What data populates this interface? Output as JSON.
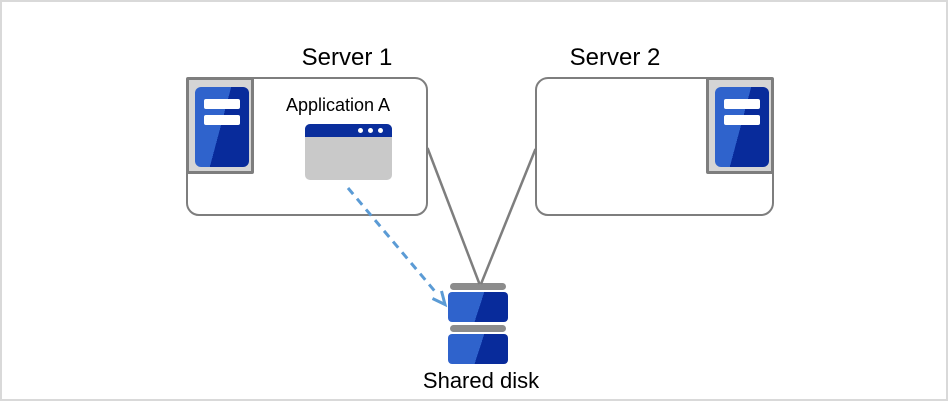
{
  "diagram": {
    "nodes": {
      "server1": {
        "label": "Server 1",
        "icon": "server-tower-icon"
      },
      "server2": {
        "label": "Server 2",
        "icon": "server-tower-icon"
      },
      "application": {
        "label": "Application A",
        "icon": "application-window-icon"
      },
      "shared_disk": {
        "label": "Shared disk",
        "icon": "disk-stack-icon"
      }
    },
    "edges": [
      {
        "from": "server1",
        "to": "shared_disk",
        "style": "solid",
        "color": "#7e7e7e"
      },
      {
        "from": "server2",
        "to": "shared_disk",
        "style": "solid",
        "color": "#7e7e7e"
      },
      {
        "from": "application",
        "to": "shared_disk",
        "style": "dashed-arrow",
        "color": "#5b9bd5"
      }
    ],
    "colors": {
      "node_border_gray": "#7e7e7e",
      "icon_frame_gray": "#d5d5d5",
      "server_blue_light": "#2f63cc",
      "server_blue_dark": "#082b9b",
      "window_titlebar_blue": "#0a2e9c",
      "window_body_gray": "#c9c9c9",
      "disk_platter_gray": "#8c8c8c",
      "arrow_blue": "#5b9bd5",
      "canvas_border_gray": "#d9d9d9"
    }
  }
}
